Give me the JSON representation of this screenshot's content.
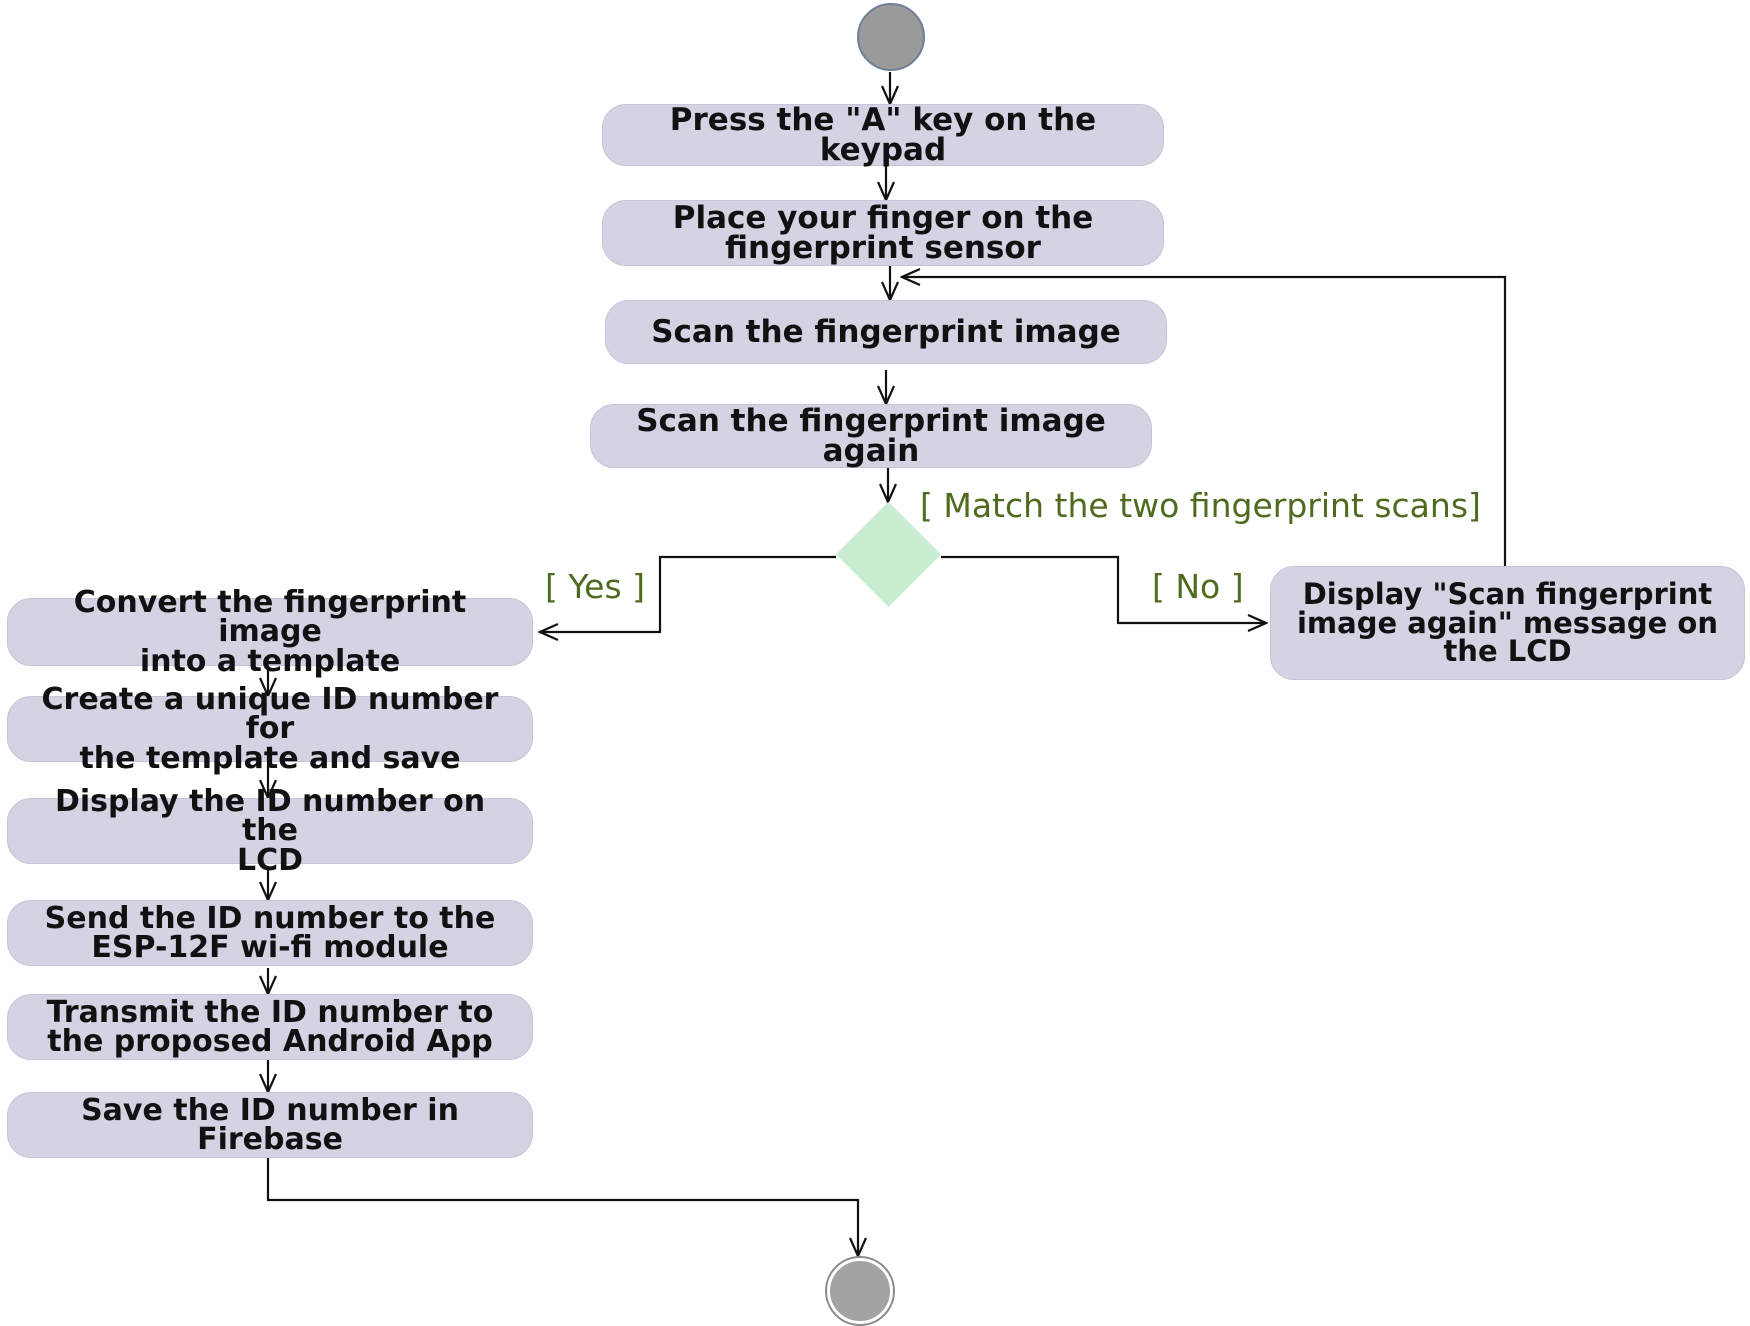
{
  "steps": {
    "press_key": "Press the \"A\" key on the keypad",
    "place_finger": "Place your finger on the\nfingerprint sensor",
    "scan_image": "Scan the fingerprint image",
    "scan_again": "Scan the fingerprint image again",
    "convert_template": "Convert the fingerprint image\ninto a template",
    "create_id": "Create a unique ID number for\nthe template and save",
    "display_id": "Display the ID number on the\nLCD",
    "send_id": "Send the ID number to the\nESP-12F wi-fi module",
    "transmit_id": "Transmit the ID number to\nthe proposed Android App",
    "save_firebase": "Save the ID number in\nFirebase",
    "display_rescan": "Display \"Scan fingerprint\nimage again\" message on\nthe LCD"
  },
  "guards": {
    "match": "[ Match the two fingerprint scans]",
    "yes": "[ Yes ]",
    "no": "[ No ]"
  },
  "colors": {
    "activity_fill": "#d5d3e3",
    "decision_fill": "#c8ecd0",
    "guard_text": "#4f6b1f",
    "terminal_fill": "#9a9a9a",
    "line": "#111111"
  }
}
